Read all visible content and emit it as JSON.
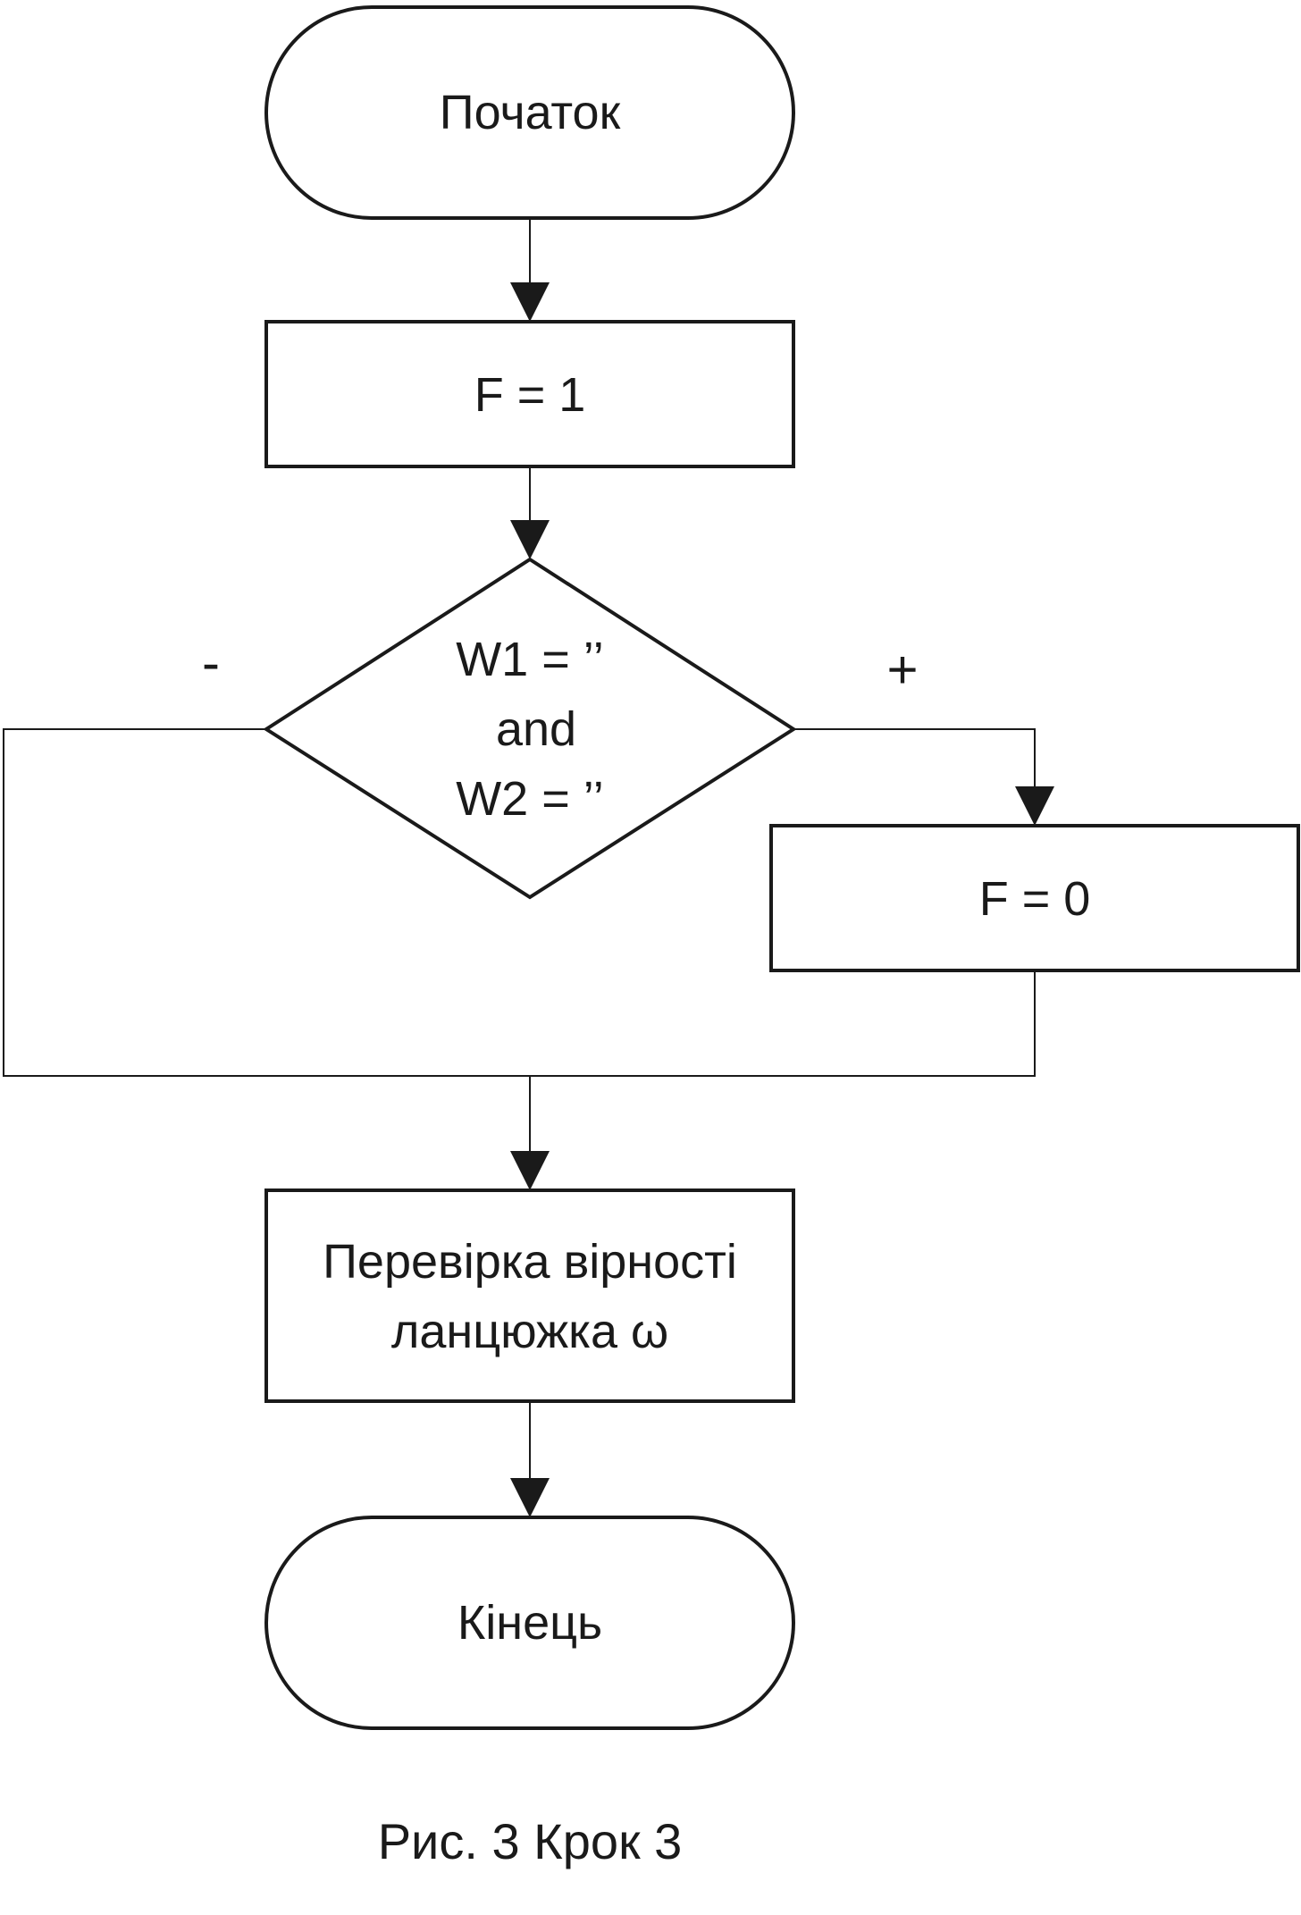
{
  "flowchart": {
    "start": {
      "label": "Початок"
    },
    "init": {
      "label": "F = 1"
    },
    "condition": {
      "lines": [
        "W1 = ’’",
        "and",
        "W2 = ’’"
      ]
    },
    "yes_process": {
      "label": "F = 0"
    },
    "branch_no": {
      "label": "-"
    },
    "branch_yes": {
      "label": "+"
    },
    "check": {
      "lines": [
        "Перевірка вірності",
        "ланцюжка ω"
      ]
    },
    "end": {
      "label": "Кінець"
    }
  },
  "caption": {
    "text": "Рис. 3 Крок 3"
  },
  "colors": {
    "stroke": "#1a1a1a",
    "fill": "#ffffff"
  }
}
